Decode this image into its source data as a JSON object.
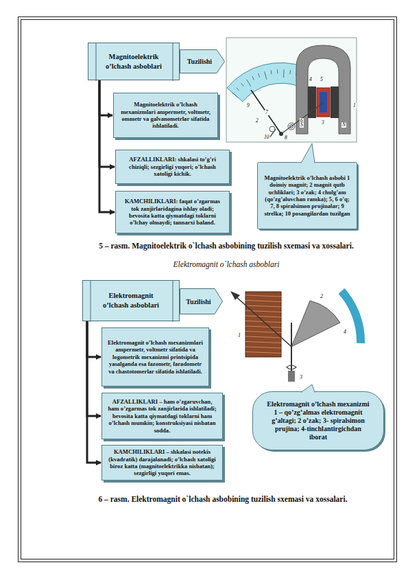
{
  "diagram": {
    "nodes": [
      {
        "text": [
          "Magnitoelektrik o’lchash asboblari"
        ]
      },
      {
        "text": [
          "Tuzilishi"
        ]
      },
      {
        "text": [
          "Magnitoelektrik o’lchash mexanizmlari ampermetr, voltmetr, ommetr va galvanometrlar sifatida ishlatiladi."
        ]
      },
      {
        "text": [
          "AFZALLIKLARI: shkalasi to’g’ri chiziqli; sezgirligi yuqori; o’lchash xatoligi kichik."
        ]
      },
      {
        "text": [
          "KAMCHILIKLARI: faqat o’zgarmas tok zanjirlaridagina ishlay oladi; bevosita katta qiymatdagi toklarni o’lchay olmaydi; tannarxi baland."
        ]
      },
      {
        "text": [
          "Magnitoelektrik o’lchash asbobi 1 doimiy magnit; 2 magnit qutb uchliklari; 3 o’zak; 4 chulg’am (qo’zg’aluvchan ramka); 5, 6 o’q; 7, 8 spiralsimon prujinalar; 9 strelka; 10 posangilardan tuzilgan"
        ]
      },
      {
        "text": [
          "Elektromagnit o’lchash asboblari"
        ]
      },
      {
        "text": [
          "Tuzilishi"
        ]
      },
      {
        "text": [
          "Elektromagnit o’lchash mexanizmlari ampermetr, voltmetr sifatida va logometrik mexanizmi printsipida yasalganda esa fazometr, faradometr va chastotomerlar sifatida ishlatiladi."
        ]
      },
      {
        "text": [
          "AFZALLIKLARI – ham o’zgaruvchan, ham o’zgarmas tok zanjirlarida ishlatiladi; bevosita katta qiymatdagi toklarni ham o’lchash mumkin; konstruksiyasi nisbatan sodda."
        ]
      },
      {
        "text": [
          "KAMCHILIKLARI – shkalasi notekis (kvadratik) darajalanadi; o’lchash xatoligi biroz katta (magnitoelektrikka nisbatan); sezgirligi yuqori emas."
        ]
      },
      {
        "text": [
          "Elektromagnit o’lchash mexanizmi 1 – qo’zg’almas elektromagnit g’altagi; 2 o’zak; 3- spiralsimon prujina; 4-tinchlantirgichdan iborat"
        ]
      }
    ],
    "edges": [
      {
        "from": 0,
        "to": 2,
        "arrow": "to"
      },
      {
        "from": 0,
        "to": 3,
        "arrow": "to"
      },
      {
        "from": 0,
        "to": 4,
        "arrow": "to"
      },
      {
        "from": 6,
        "to": 8,
        "arrow": "to"
      },
      {
        "from": 6,
        "to": 9,
        "arrow": "to"
      },
      {
        "from": 6,
        "to": 10,
        "arrow": "to"
      }
    ],
    "labels": [
      "9",
      "7",
      "2",
      "6",
      "3",
      "1",
      "4",
      "5",
      "8",
      "10",
      "N",
      "S",
      "5 – rasm. Magnitoelektrik o`lchash asbobining tuzilish sxemasi va xossalari.",
      "Elektromagnit o`lchash asboblari",
      "1",
      "2",
      "3",
      "4",
      "6 – rasm. Elektromagnit o`lchash asbobining tuzilish sxemasi va xossalari."
    ]
  }
}
